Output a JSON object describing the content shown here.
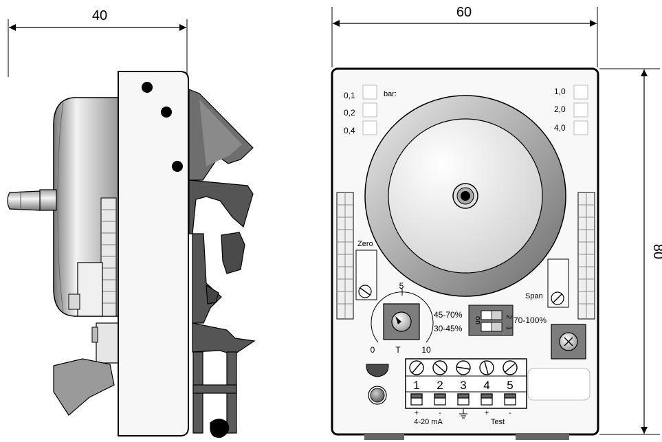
{
  "dimensions": {
    "side_width": "40",
    "front_width": "60",
    "height": "80"
  },
  "range_labels": {
    "left": [
      "0,1",
      "0,2",
      "0,4"
    ],
    "right": [
      "1,0",
      "2,0",
      "4,0"
    ],
    "unit": "bar:"
  },
  "adjusters": {
    "zero": "Zero",
    "span": "Span"
  },
  "dial": {
    "mark_top": "5",
    "mark_min": "0",
    "mark_max": "10",
    "name": "T"
  },
  "damping": {
    "high": "45-70%",
    "low": "30-45%",
    "alt": "70-100%"
  },
  "dip": {
    "on": "on",
    "sw1": "1",
    "sw2": "2"
  },
  "terminals": {
    "numbers": [
      "1",
      "2",
      "3",
      "4",
      "5"
    ],
    "signs": [
      "+",
      "-",
      "+",
      "-"
    ],
    "left_label": "4-20 mA",
    "right_label": "Test"
  }
}
